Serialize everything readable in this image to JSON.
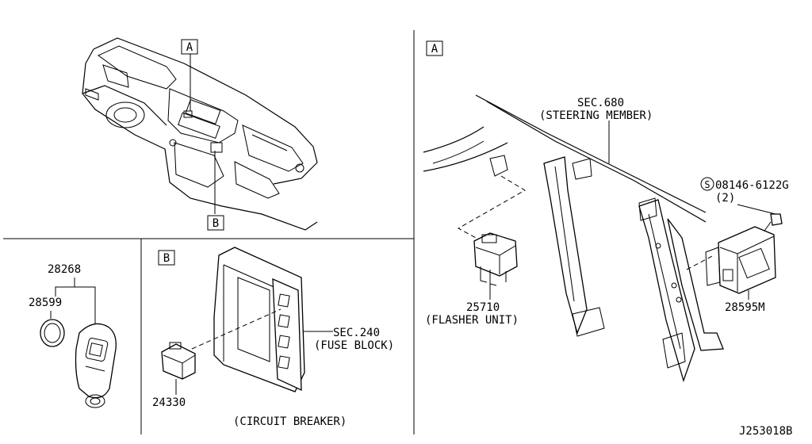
{
  "callouts": {
    "a_left": "A",
    "b_left": "B",
    "a_panel": "A",
    "b_panel": "B"
  },
  "labels": {
    "sec680": "SEC.680",
    "steering_member": "(STEERING MEMBER)",
    "bolt_part": "08146-6122G",
    "bolt_qty": "(2)",
    "bolt_symbol": "S",
    "flasher_num": "25710",
    "flasher_name": "(FLASHER UNIT)",
    "module_num": "28595M",
    "keyfob_num": "28268",
    "battery_num": "28599",
    "sec240": "SEC.240",
    "fuse_block": "(FUSE BLOCK)",
    "breaker_num": "24330",
    "circuit_breaker": "(CIRCUIT BREAKER)",
    "diagram_id": "J253018B"
  }
}
